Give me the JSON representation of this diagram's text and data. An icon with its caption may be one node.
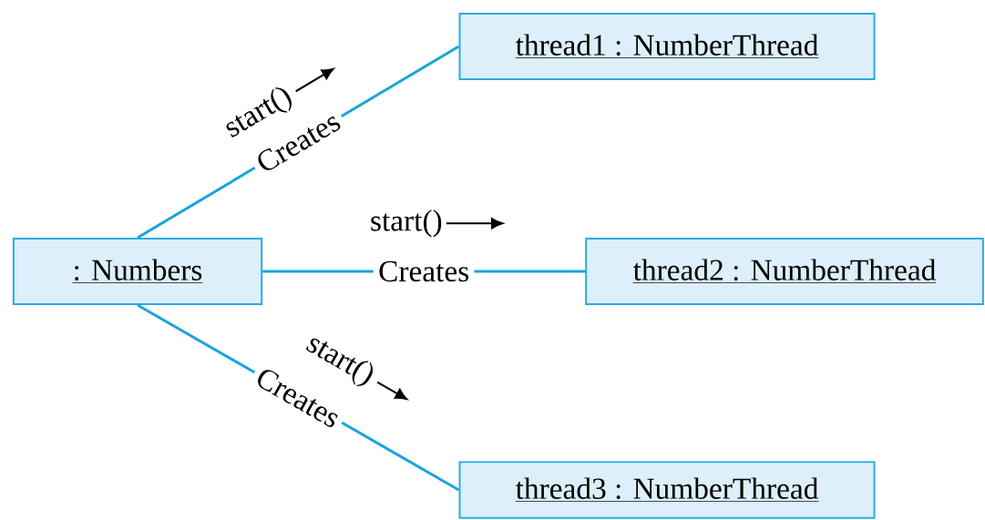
{
  "diagram": {
    "nodes": [
      {
        "text": [
          ": Numbers"
        ]
      },
      {
        "text": [
          "thread1 : NumberThread"
        ]
      },
      {
        "text": [
          "thread2 : NumberThread"
        ]
      },
      {
        "text": [
          "thread3 : NumberThread"
        ]
      }
    ],
    "edges": [
      {
        "from": 0,
        "to": 1,
        "arrow": "none",
        "label": "Creates"
      },
      {
        "from": 0,
        "to": 2,
        "arrow": "none",
        "label": "Creates"
      },
      {
        "from": 0,
        "to": 3,
        "arrow": "none",
        "label": "Creates"
      }
    ],
    "labels": [
      "start()",
      "start()",
      "start()"
    ]
  }
}
